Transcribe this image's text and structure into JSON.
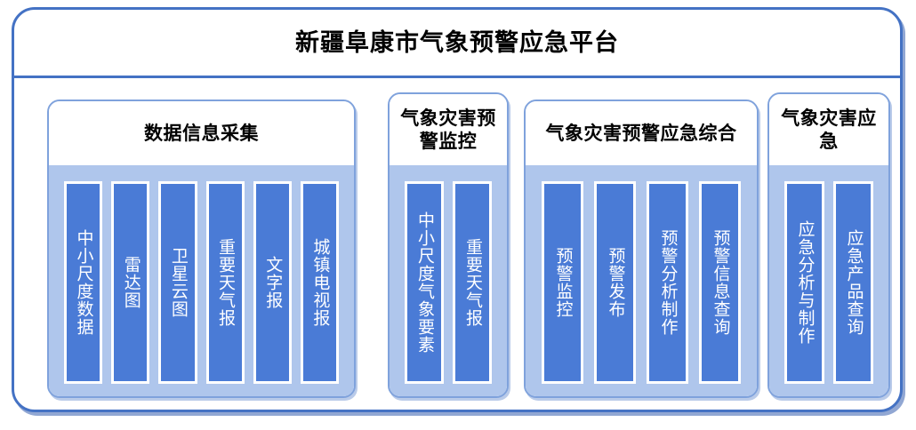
{
  "platform": {
    "title": "新疆阜康市气象预警应急平台"
  },
  "panels": [
    {
      "id": "data-collection",
      "title": "数据信息采集",
      "items": [
        {
          "label": "中小尺度数据"
        },
        {
          "label": "雷达图"
        },
        {
          "label": "卫星云图"
        },
        {
          "label": "重要天气报"
        },
        {
          "label": "文字报"
        },
        {
          "label": "城镇电视报"
        }
      ]
    },
    {
      "id": "disaster-warning-monitor",
      "title": "气象灾害预警监控",
      "items": [
        {
          "label": "中小尺度气象要素"
        },
        {
          "label": "重要天气报"
        }
      ]
    },
    {
      "id": "warning-emergency-integration",
      "title": "气象灾害预警应急综合",
      "items": [
        {
          "label": "预警监控"
        },
        {
          "label": "预警发布"
        },
        {
          "label": "预警分析制作"
        },
        {
          "label": "预警信息查询"
        }
      ]
    },
    {
      "id": "disaster-emergency",
      "title": "气象灾害应急",
      "items": [
        {
          "label": "应急分析与制作"
        },
        {
          "label": "应急产品查询"
        }
      ]
    }
  ],
  "colors": {
    "frame_border": "#4472C4",
    "panel_border": "#7FA2DC",
    "panel_body": "#AFC6EC",
    "item_bar": "#4A7BD6",
    "item_text": "#FFFFFF",
    "title_text": "#000000",
    "background": "#FFFFFF"
  }
}
